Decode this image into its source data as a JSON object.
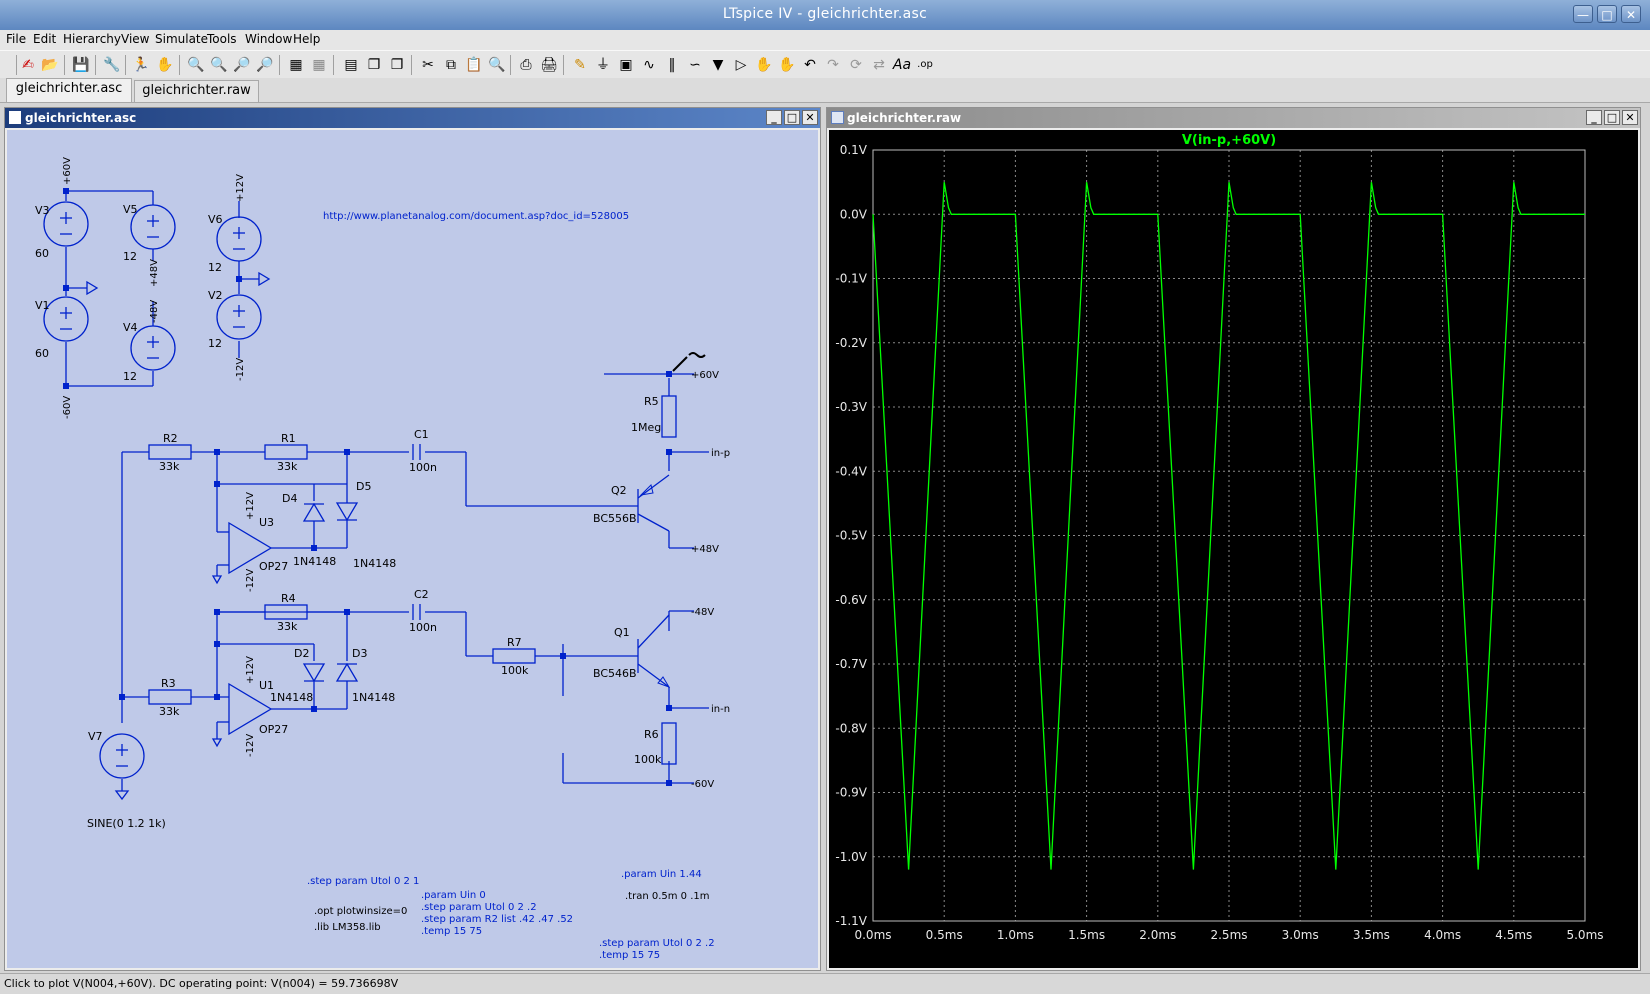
{
  "window": {
    "title": "LTspice IV - gleichrichter.asc"
  },
  "menu": [
    "File",
    "Edit",
    "Hierarchy",
    "View",
    "Simulate",
    "Tools",
    "Window",
    "Help"
  ],
  "tabs": [
    "gleichrichter.asc",
    "gleichrichter.raw"
  ],
  "schematic_window": {
    "title": "gleichrichter.asc"
  },
  "waveform_window": {
    "title": "gleichrichter.raw"
  },
  "schematic": {
    "url": "http://www.planetanalog.com/document.asp?doc_id=528005",
    "sources": {
      "V3": {
        "name": "V3",
        "value": "60"
      },
      "V1": {
        "name": "V1",
        "value": "60"
      },
      "V5": {
        "name": "V5",
        "value": "12"
      },
      "V4": {
        "name": "V4",
        "value": "12"
      },
      "V6": {
        "name": "V6",
        "value": "12"
      },
      "V2": {
        "name": "V2",
        "value": "12"
      },
      "V7": {
        "name": "V7",
        "value": "SINE(0 1.2 1k)"
      }
    },
    "nets": {
      "p60": "+60V",
      "n60": "-60V",
      "p48": "+48V",
      "n48": "-48V",
      "p12": "+12V",
      "n12": "-12V",
      "in_p": "in-p",
      "in_n": "in-n"
    },
    "resistors": {
      "R1": {
        "name": "R1",
        "value": "33k"
      },
      "R2": {
        "name": "R2",
        "value": "33k"
      },
      "R3": {
        "name": "R3",
        "value": "33k"
      },
      "R4": {
        "name": "R4",
        "value": "33k"
      },
      "R5": {
        "name": "R5",
        "value": "1Meg"
      },
      "R6": {
        "name": "R6",
        "value": "100k"
      },
      "R7": {
        "name": "R7",
        "value": "100k"
      }
    },
    "capacitors": {
      "C1": {
        "name": "C1",
        "value": "100n"
      },
      "C2": {
        "name": "C2",
        "value": "100n"
      }
    },
    "diodes": {
      "D2": {
        "name": "D2",
        "value": "1N4148"
      },
      "D3": {
        "name": "D3",
        "value": "1N4148"
      },
      "D4": {
        "name": "D4",
        "value": "1N4148"
      },
      "D5": {
        "name": "D5",
        "value": "1N4148"
      }
    },
    "opamps": {
      "U1": {
        "name": "U1",
        "value": "OP27"
      },
      "U3": {
        "name": "U3",
        "value": "OP27"
      }
    },
    "transistors": {
      "Q1": {
        "name": "Q1",
        "value": "BC546B"
      },
      "Q2": {
        "name": "Q2",
        "value": "BC556B"
      }
    },
    "directives": [
      ".step param Utol 0 2 1",
      ".opt plotwinsize=0",
      ".lib LM358.lib",
      ".param Uin 0",
      ".step param Utol 0 2 .2",
      ".step param R2 list .42 .47 .52",
      ".temp 15 75",
      ".param Uin 1.44",
      ".tran 0.5m 0 .1m",
      ".step param Utol 0 2 .2",
      ".temp 15 75"
    ]
  },
  "chart_data": {
    "type": "line",
    "title": "V(in-p,+60V)",
    "xlabel": "",
    "ylabel": "",
    "x_ticks": [
      "0.0ms",
      "0.5ms",
      "1.0ms",
      "1.5ms",
      "2.0ms",
      "2.5ms",
      "3.0ms",
      "3.5ms",
      "4.0ms",
      "4.5ms",
      "5.0ms"
    ],
    "y_ticks": [
      "0.1V",
      "0.0V",
      "-0.1V",
      "-0.2V",
      "-0.3V",
      "-0.4V",
      "-0.5V",
      "-0.6V",
      "-0.7V",
      "-0.8V",
      "-0.9V",
      "-1.0V",
      "-1.1V"
    ],
    "xlim": [
      0,
      5
    ],
    "ylim": [
      -1.1,
      0.1
    ],
    "x_unit": "ms",
    "y_unit": "V",
    "grid": true,
    "background": "#000000",
    "series_color": "#00ff00",
    "series": [
      {
        "name": "V(in-p,+60V)",
        "x": [
          0,
          0.25,
          0.5,
          0.53,
          0.55,
          0.6,
          1.0,
          1.25,
          1.5,
          1.53,
          1.55,
          1.6,
          2.0,
          2.25,
          2.5,
          2.53,
          2.55,
          2.6,
          3.0,
          3.25,
          3.5,
          3.53,
          3.55,
          3.6,
          4.0,
          4.25,
          4.5,
          4.53,
          4.55,
          4.6,
          5.0
        ],
        "y": [
          0,
          -1.02,
          0.05,
          0.01,
          0.0,
          0.0,
          0,
          -1.02,
          0.05,
          0.01,
          0.0,
          0.0,
          0,
          -1.02,
          0.05,
          0.01,
          0.0,
          0.0,
          0,
          -1.02,
          0.05,
          0.01,
          0.0,
          0.0,
          0,
          -1.02,
          0.05,
          0.01,
          0.0,
          0.0,
          0
        ]
      }
    ]
  },
  "status": {
    "text": "Click to plot V(N004,+60V).  DC operating point: V(n004) = 59.736698V"
  }
}
